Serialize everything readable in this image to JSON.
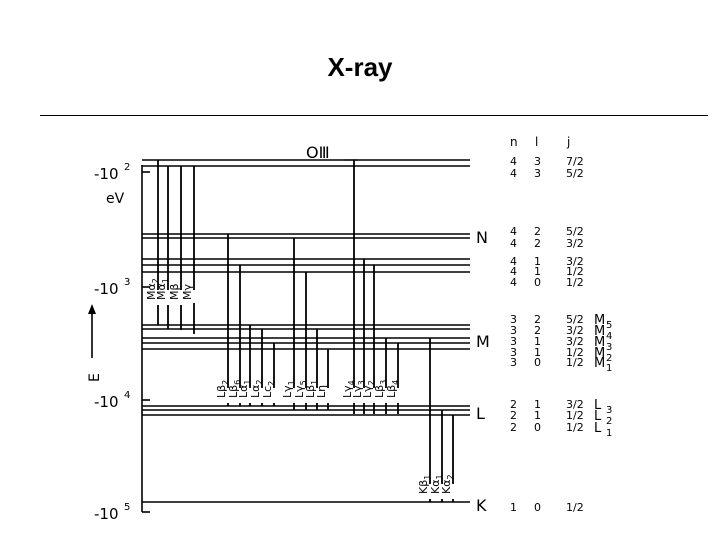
{
  "title": "X-ray",
  "energy_axis": {
    "label": "E",
    "unit": "eV",
    "ticks": [
      {
        "base": "-10",
        "exp": "2"
      },
      {
        "base": "-10",
        "exp": "3"
      },
      {
        "base": "-10",
        "exp": "4"
      },
      {
        "base": "-10",
        "exp": "5"
      }
    ]
  },
  "shells": {
    "O": "OⅢ",
    "N": "N",
    "M": "M",
    "L": "L",
    "K": "K"
  },
  "quantum_headers": {
    "n": "n",
    "l": "l",
    "j": "j"
  },
  "levels": [
    {
      "n": "4",
      "l": "3",
      "j": "7/2",
      "label": ""
    },
    {
      "n": "4",
      "l": "3",
      "j": "5/2",
      "label": ""
    },
    {
      "n": "4",
      "l": "2",
      "j": "5/2",
      "label": ""
    },
    {
      "n": "4",
      "l": "2",
      "j": "3/2",
      "label": ""
    },
    {
      "n": "4",
      "l": "1",
      "j": "3/2",
      "label": ""
    },
    {
      "n": "4",
      "l": "1",
      "j": "1/2",
      "label": ""
    },
    {
      "n": "4",
      "l": "0",
      "j": "1/2",
      "label": ""
    },
    {
      "n": "3",
      "l": "2",
      "j": "5/2",
      "label": "M",
      "sub": "5"
    },
    {
      "n": "3",
      "l": "2",
      "j": "3/2",
      "label": "M",
      "sub": "4"
    },
    {
      "n": "3",
      "l": "1",
      "j": "3/2",
      "label": "M",
      "sub": "3"
    },
    {
      "n": "3",
      "l": "1",
      "j": "1/2",
      "label": "M",
      "sub": "2"
    },
    {
      "n": "3",
      "l": "0",
      "j": "1/2",
      "label": "M",
      "sub": "1"
    },
    {
      "n": "2",
      "l": "1",
      "j": "3/2",
      "label": "L",
      "sub": "3"
    },
    {
      "n": "2",
      "l": "1",
      "j": "1/2",
      "label": "L",
      "sub": "2"
    },
    {
      "n": "2",
      "l": "0",
      "j": "1/2",
      "label": "L",
      "sub": "1"
    },
    {
      "n": "1",
      "l": "0",
      "j": "1/2",
      "label": ""
    }
  ],
  "transitions": [
    {
      "base": "Mα",
      "sub": "2"
    },
    {
      "base": "Mα",
      "sub": "1"
    },
    {
      "base": "Mβ",
      "sub": ""
    },
    {
      "base": "Mγ",
      "sub": ""
    },
    {
      "base": "Lβ",
      "sub": "2"
    },
    {
      "base": "Lβ",
      "sub": "6"
    },
    {
      "base": "Lα",
      "sub": "1"
    },
    {
      "base": "Lα",
      "sub": "2"
    },
    {
      "base": "Lc",
      "sub": "2"
    },
    {
      "base": "Lγ",
      "sub": "1"
    },
    {
      "base": "Lγ",
      "sub": "5"
    },
    {
      "base": "Lβ",
      "sub": "1"
    },
    {
      "base": "Lη",
      "sub": ""
    },
    {
      "base": "Lγ",
      "sub": "4"
    },
    {
      "base": "Lγ",
      "sub": "3"
    },
    {
      "base": "Lγ",
      "sub": "2"
    },
    {
      "base": "Lβ",
      "sub": "3"
    },
    {
      "base": "Lβ",
      "sub": "4"
    },
    {
      "base": "Kβ",
      "sub": "1"
    },
    {
      "base": "Kα",
      "sub": "1"
    },
    {
      "base": "Kα",
      "sub": "2"
    }
  ]
}
